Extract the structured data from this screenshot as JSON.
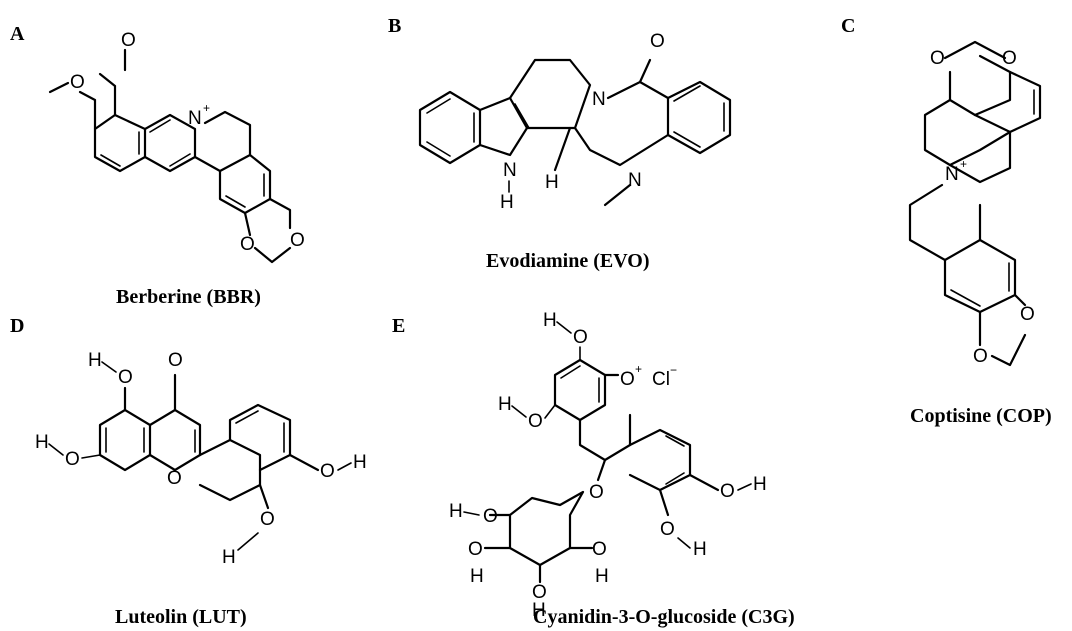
{
  "figure": {
    "panels": [
      {
        "letter": "A",
        "caption": "Berberine (BBR)"
      },
      {
        "letter": "B",
        "caption": "Evodiamine (EVO)"
      },
      {
        "letter": "C",
        "caption": "Coptisine (COP)"
      },
      {
        "letter": "D",
        "caption": "Luteolin (LUT)"
      },
      {
        "letter": "E",
        "caption": "Cyanidin-3-O-glucoside (C3G)"
      }
    ],
    "atoms": {
      "O": "O",
      "N": "N",
      "H": "H",
      "plus": "+",
      "Cl": "Cl",
      "minus": "−"
    }
  }
}
